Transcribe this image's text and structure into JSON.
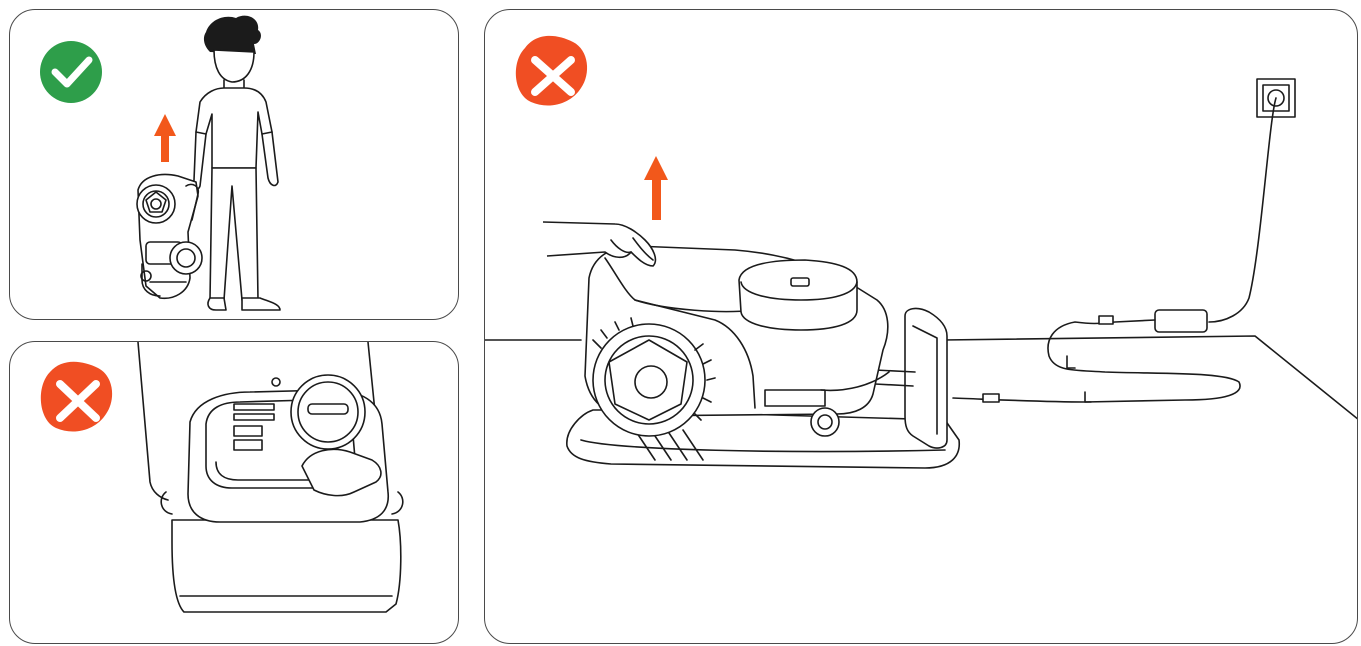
{
  "panels": [
    {
      "id": "correct-carry",
      "status": "correct",
      "status_icon": "check-badge-icon",
      "status_color": "#2e9e4a"
    },
    {
      "id": "wrong-carry-top",
      "status": "wrong",
      "status_icon": "cross-badge-icon",
      "status_color": "#f04e23"
    },
    {
      "id": "wrong-lift-docked",
      "status": "wrong",
      "status_icon": "cross-badge-icon",
      "status_color": "#f04e23"
    }
  ],
  "colors": {
    "arrow": "#f2581b",
    "line": "#1b1b1b",
    "correct": "#2e9e4a",
    "wrong": "#f04e23"
  }
}
